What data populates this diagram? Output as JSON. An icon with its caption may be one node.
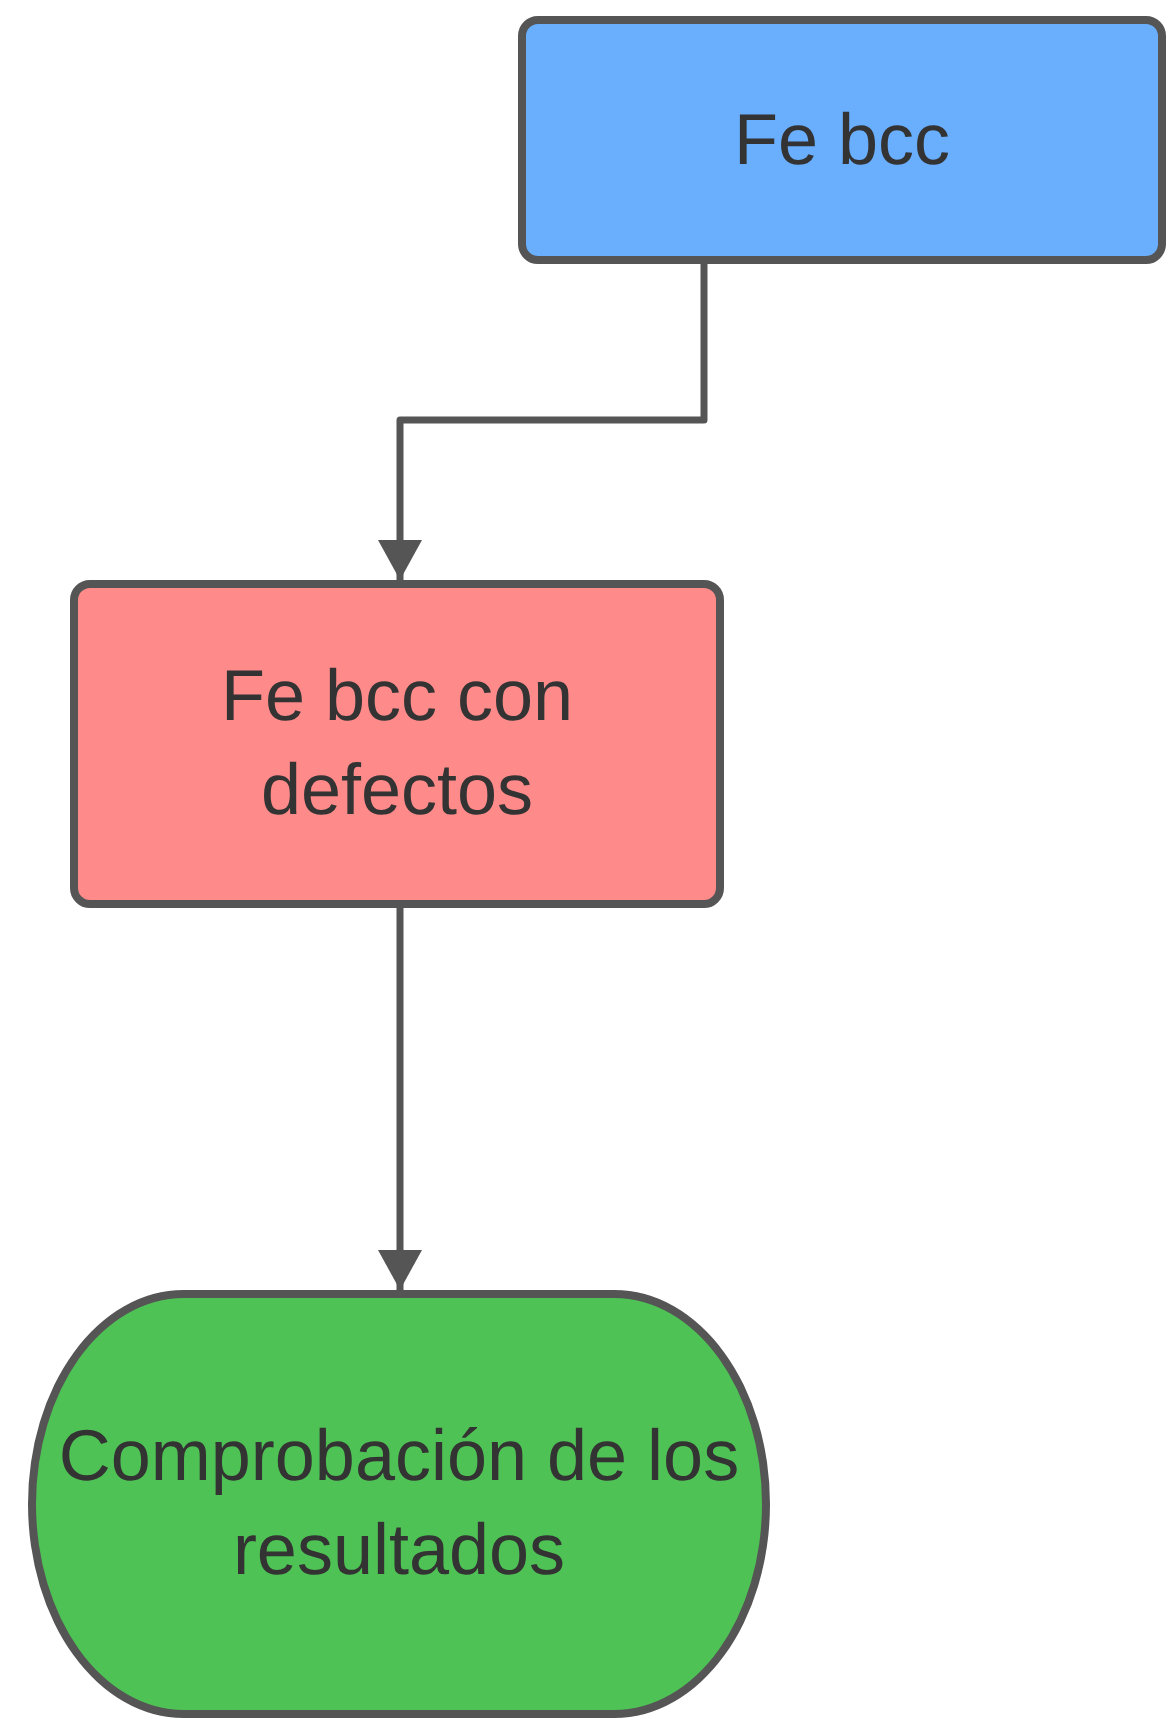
{
  "diagram": {
    "nodes": [
      {
        "text": [
          "Fe bcc"
        ]
      },
      {
        "text": [
          "Fe bcc con defectos"
        ]
      },
      {
        "text": [
          "Comprobación de los resultados"
        ]
      }
    ],
    "edges": [
      {
        "from": 0,
        "to": 1,
        "arrow": "to"
      },
      {
        "from": 1,
        "to": 2,
        "arrow": "to"
      }
    ]
  }
}
